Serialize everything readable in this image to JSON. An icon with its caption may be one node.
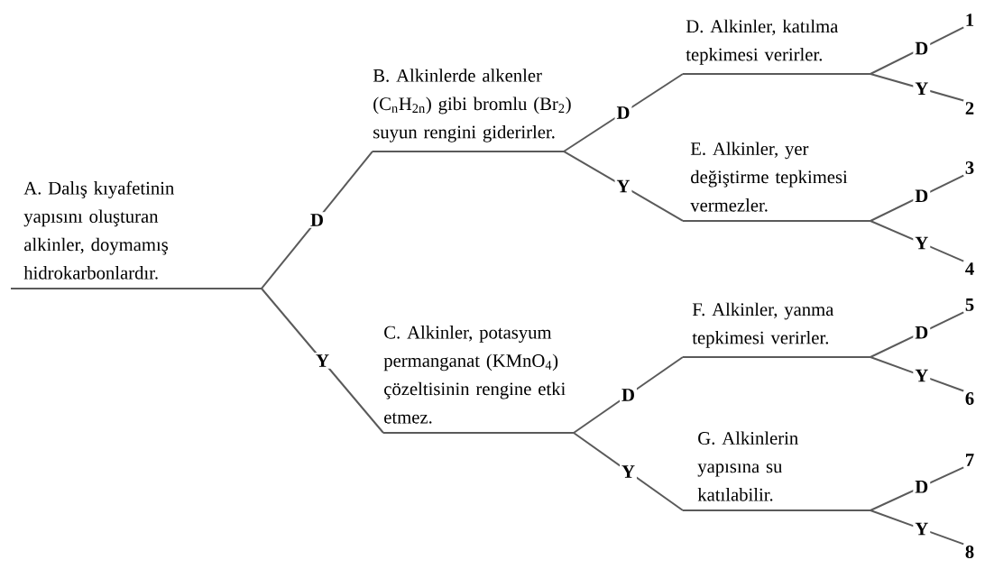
{
  "diagram": {
    "nodes": [
      {
        "text": [
          "A. Dalış kıyafetinin yapısını oluşturan alkinler, doymamış hidrokarbonlardır."
        ]
      },
      {
        "text": [
          "B. Alkinlerde alkenler (C$_{n}$H$_{2n}$) gibi bromlu (Br$_{2}$) suyun rengini giderirler."
        ]
      },
      {
        "text": [
          "C. Alkinler, potasyum permanganat (KMnO$_{4}$) çözeltisinin rengine etki etmez."
        ]
      },
      {
        "text": [
          "D. Alkinler, katılma tepkimesi verirler."
        ]
      },
      {
        "text": [
          "E. Alkinler, yer değiştirme tepkimesi vermezler."
        ]
      },
      {
        "text": [
          "F. Alkinler, yanma tepkimesi verirler."
        ]
      },
      {
        "text": [
          "G. Alkinlerin yapısına su katılabilir."
        ]
      },
      {
        "text": [
          "1"
        ]
      },
      {
        "text": [
          "2"
        ]
      },
      {
        "text": [
          "3"
        ]
      },
      {
        "text": [
          "4"
        ]
      },
      {
        "text": [
          "5"
        ]
      },
      {
        "text": [
          "6"
        ]
      },
      {
        "text": [
          "7"
        ]
      },
      {
        "text": [
          "8"
        ]
      }
    ],
    "edges": [
      {
        "from": 0,
        "to": 1,
        "arrow": "none",
        "label": "D"
      },
      {
        "from": 0,
        "to": 2,
        "arrow": "none",
        "label": "Y"
      },
      {
        "from": 1,
        "to": 3,
        "arrow": "none",
        "label": "D"
      },
      {
        "from": 1,
        "to": 4,
        "arrow": "none",
        "label": "Y"
      },
      {
        "from": 2,
        "to": 5,
        "arrow": "none",
        "label": "D"
      },
      {
        "from": 2,
        "to": 6,
        "arrow": "none",
        "label": "Y"
      },
      {
        "from": 3,
        "to": 7,
        "arrow": "none",
        "label": "D"
      },
      {
        "from": 3,
        "to": 8,
        "arrow": "none",
        "label": "Y"
      },
      {
        "from": 4,
        "to": 9,
        "arrow": "none",
        "label": "D"
      },
      {
        "from": 4,
        "to": 10,
        "arrow": "none",
        "label": "Y"
      },
      {
        "from": 5,
        "to": 11,
        "arrow": "none",
        "label": "D"
      },
      {
        "from": 5,
        "to": 12,
        "arrow": "none",
        "label": "Y"
      },
      {
        "from": 6,
        "to": 13,
        "arrow": "none",
        "label": "D"
      },
      {
        "from": 6,
        "to": 14,
        "arrow": "none",
        "label": "Y"
      }
    ]
  }
}
